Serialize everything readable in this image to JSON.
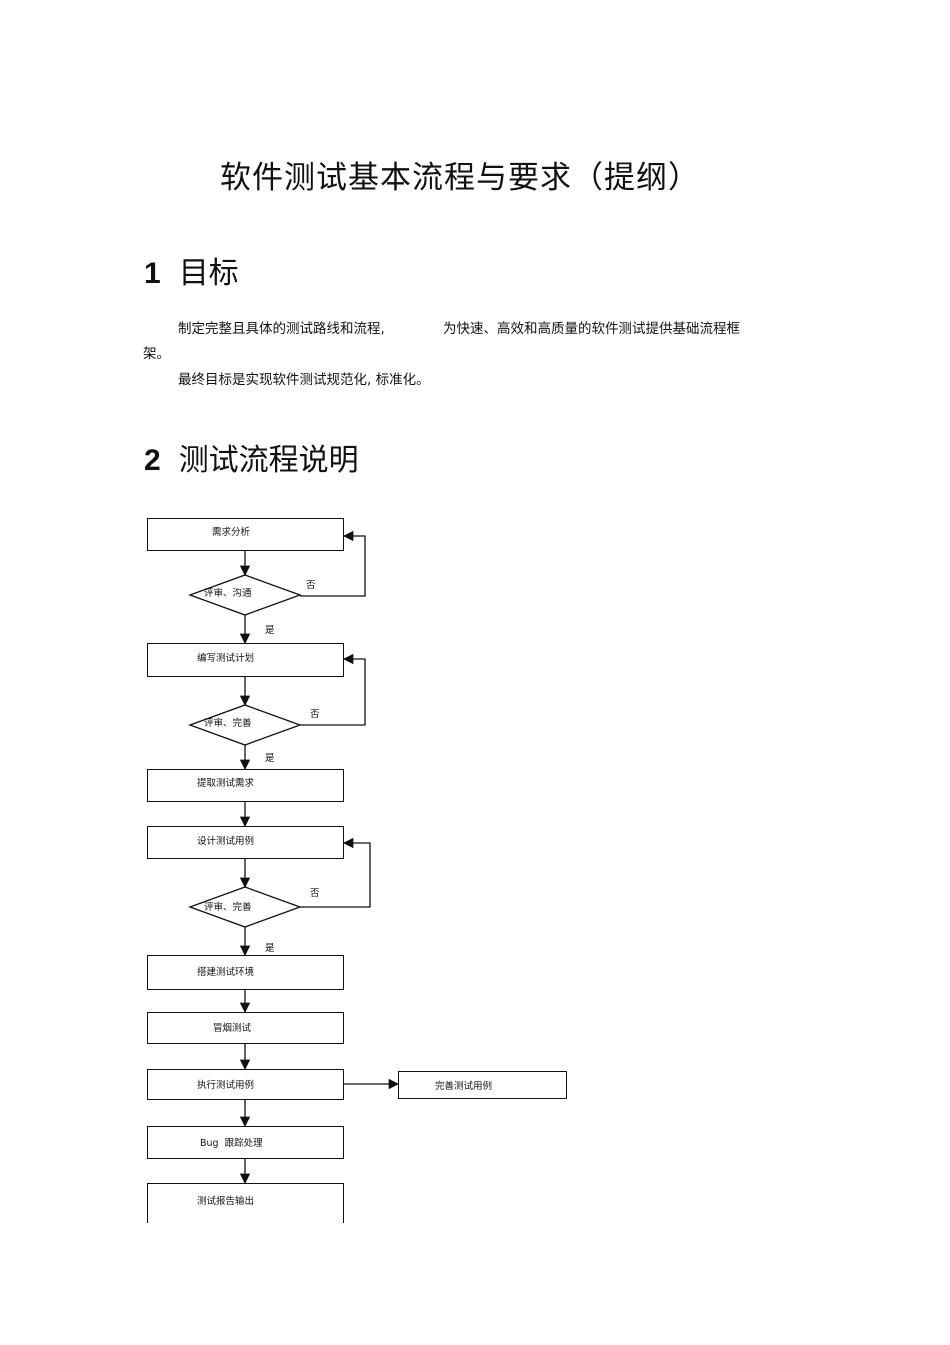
{
  "title": "软件测试基本流程与要求（提纲）",
  "sections": [
    {
      "number": "1",
      "heading": "目标",
      "paragraphs": [
        {
          "line1_a": "制定完整且具体的测试路线和流程,",
          "line1_b": "为快速、高效和高质量的软件测试提供基础流程框",
          "line2": "架。"
        },
        {
          "line1_a": "最终目标是实现软件测试规范化, 标准化。"
        }
      ]
    },
    {
      "number": "2",
      "heading": "测试流程说明"
    }
  ],
  "flowchart": {
    "nodes": {
      "req_analysis": "需求分析",
      "review1": "评审、沟通",
      "write_plan": "编写测试计划",
      "review2": "评审、完善",
      "extract_req": "提取测试需求",
      "design_cases": "设计测试用例",
      "review3": "评审、完善",
      "setup_env": "搭建测试环境",
      "smoke_test": "冒烟测试",
      "execute_cases": "执行测试用例",
      "improve_cases": "完善测试用例",
      "bug_tracking": "Bug  跟踪处理",
      "report_output": "测试报告输出"
    },
    "edge_labels": {
      "no": "否",
      "yes": "是"
    }
  }
}
